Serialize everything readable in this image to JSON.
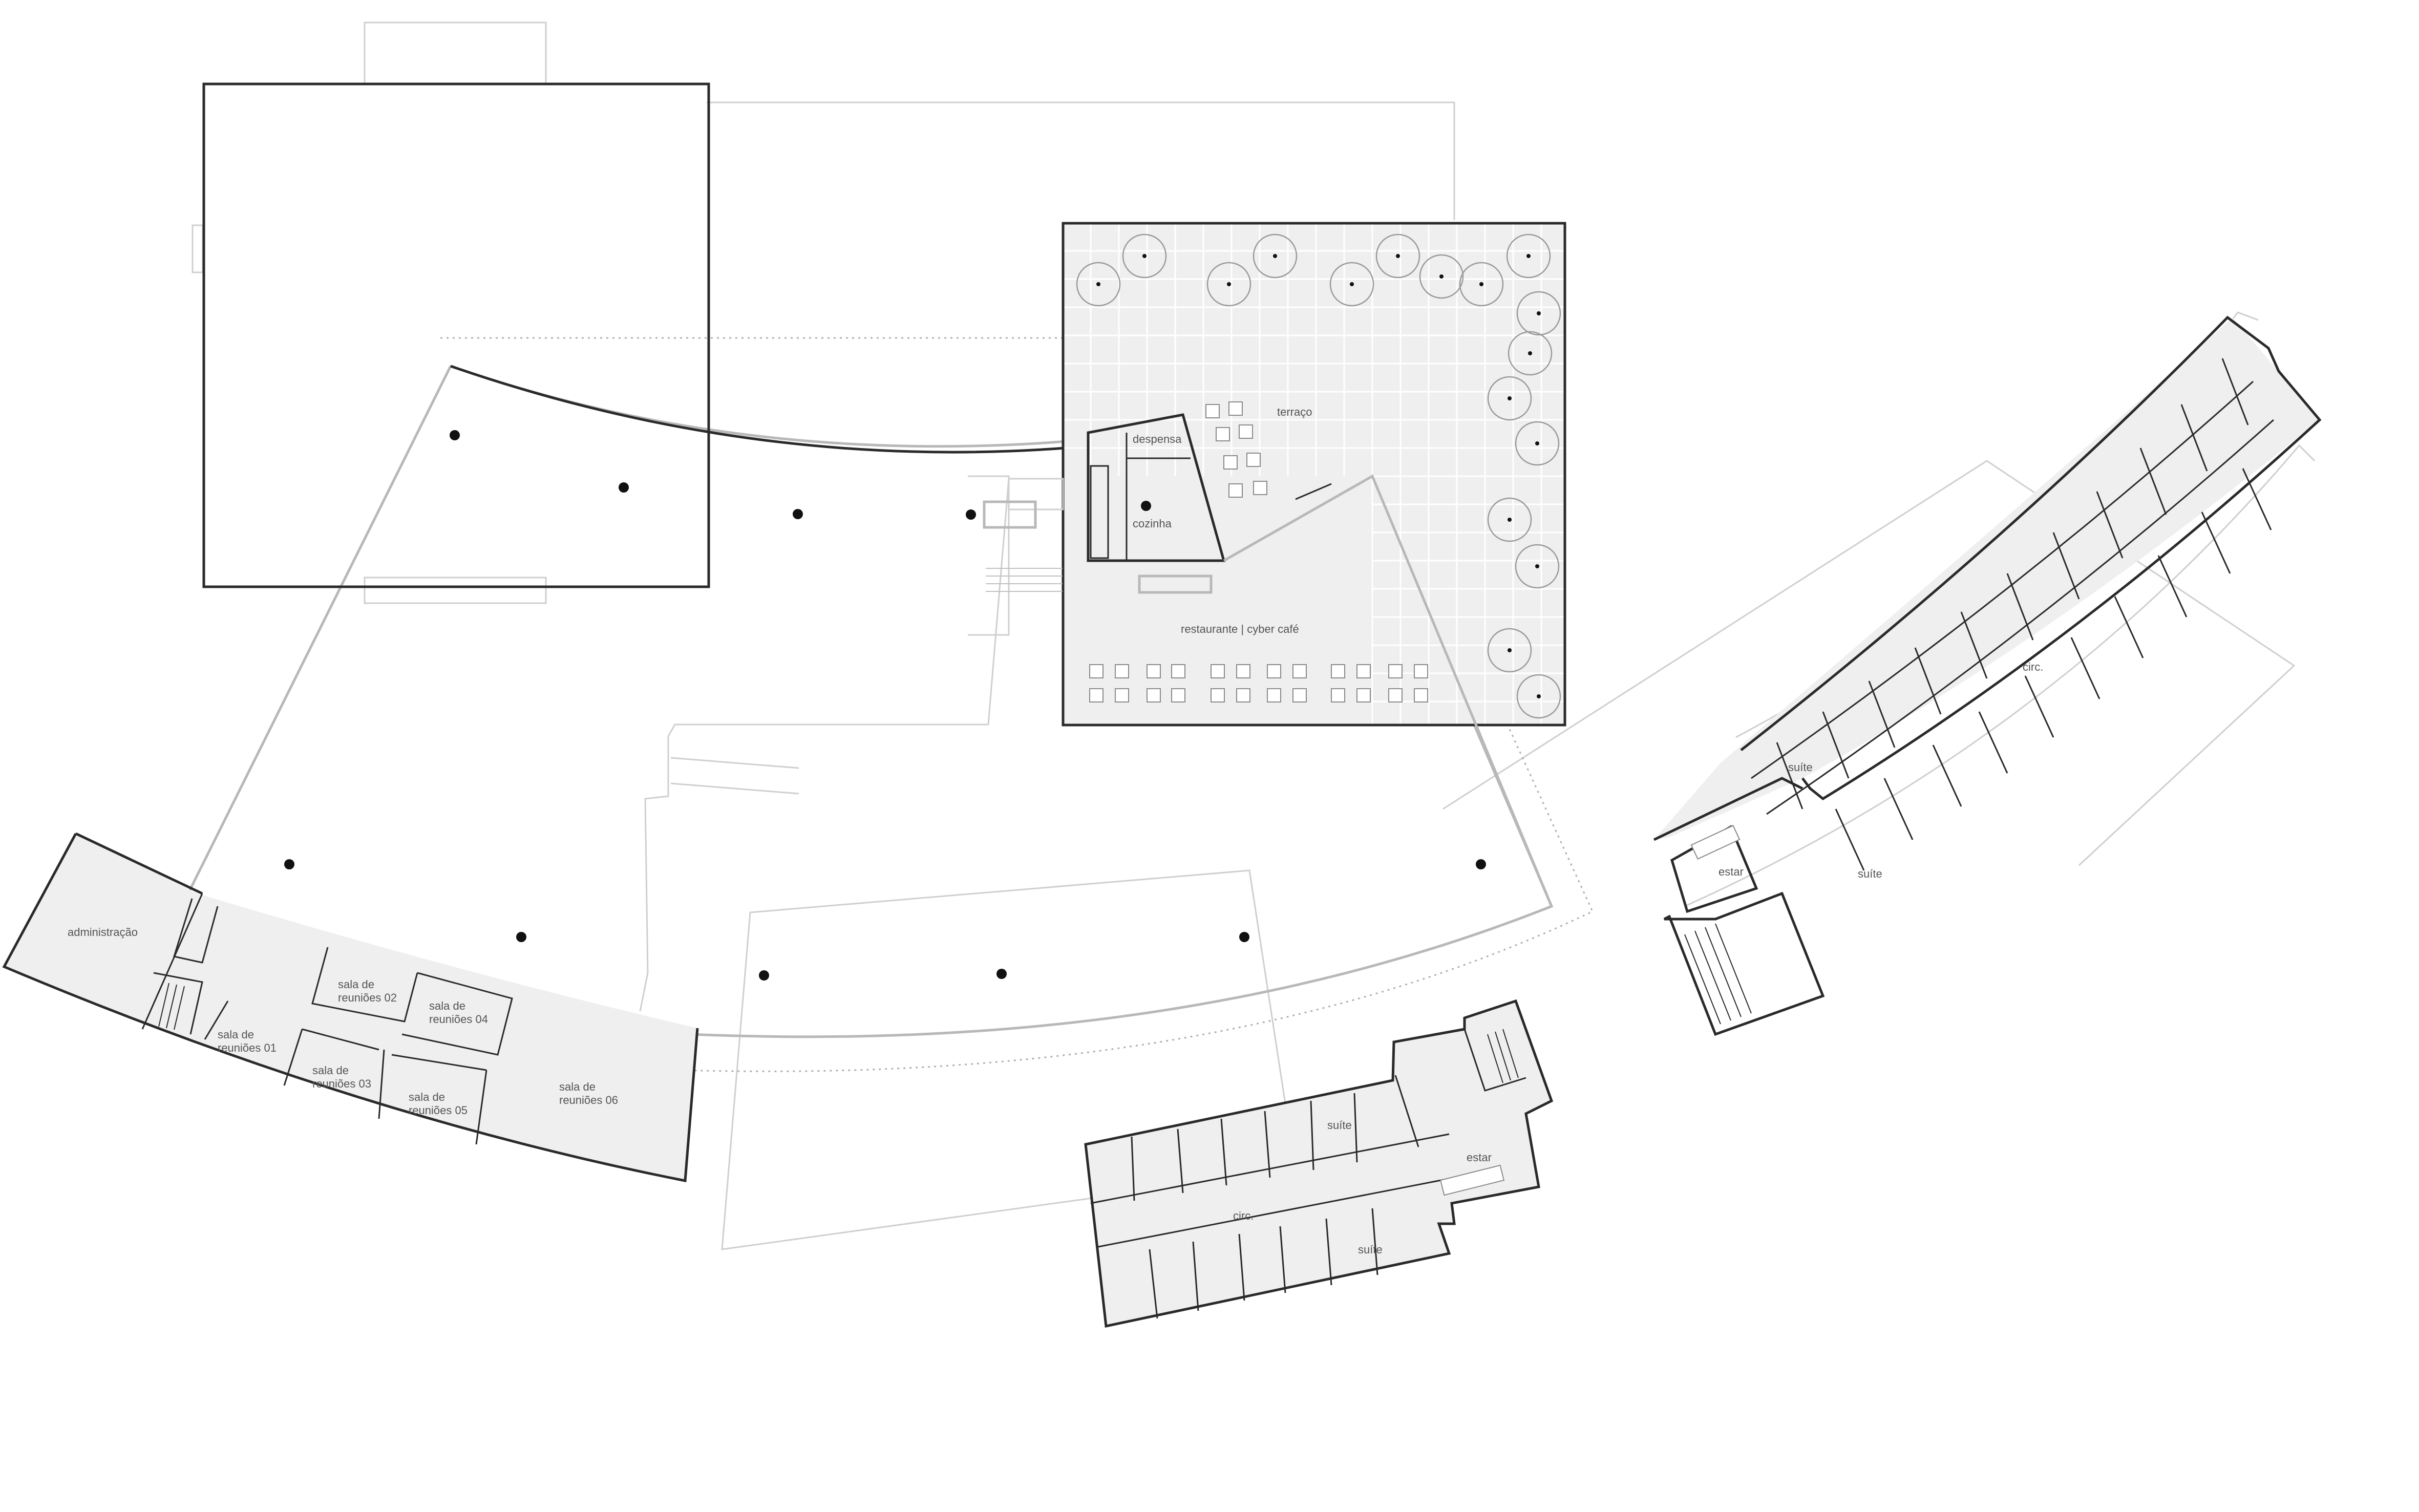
{
  "plan": {
    "rooms": {
      "administracao": "administração",
      "sala01_l1": "sala de",
      "sala01_l2": "reuniões 01",
      "sala02_l1": "sala de",
      "sala02_l2": "reuniões 02",
      "sala03_l1": "sala de",
      "sala03_l2": "reuniões 03",
      "sala04_l1": "sala de",
      "sala04_l2": "reuniões 04",
      "sala05_l1": "sala de",
      "sala05_l2": "reuniões 05",
      "sala06_l1": "sala de",
      "sala06_l2": "reuniões 06",
      "despensa": "despensa",
      "cozinha": "cozinha",
      "terraco": "terraço",
      "restaurante": "restaurante | cyber café",
      "suite_s1": "suíte",
      "suite_s2": "suíte",
      "circ_s": "circ.",
      "estar_s": "estar",
      "suite_e1": "suíte",
      "suite_e2": "suíte",
      "circ_e": "circ.",
      "estar_e": "estar"
    },
    "colors": {
      "wall": "#2a2a2a",
      "floor": "#efefef",
      "outline": "#cfcfcf",
      "label": "#555555"
    }
  }
}
